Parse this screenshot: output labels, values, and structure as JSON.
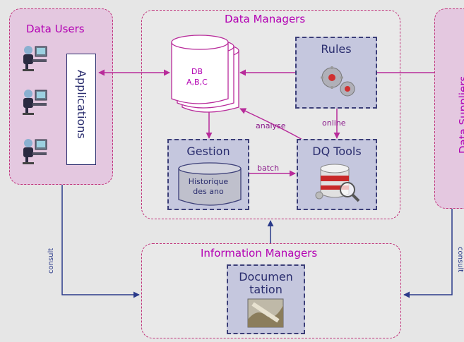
{
  "groups": {
    "data_users": "Data Users",
    "data_managers": "Data Managers",
    "data_suppliers": "Data Suppliers",
    "information_managers": "Information Managers"
  },
  "applications_label": "Applications",
  "db": {
    "line1": "DB",
    "line2": "A,B,C"
  },
  "rules_title": "Rules",
  "gestion": {
    "title": "Gestion",
    "hist1": "Historique",
    "hist2": "des ano"
  },
  "dq_tools_title": "DQ Tools",
  "documentation": {
    "line1": "Documen",
    "line2": "tation"
  },
  "arrows": {
    "analyse": "analyse",
    "online": "online",
    "batch": "batch",
    "consult_left": "consult",
    "consult_right": "consult"
  },
  "icons": {
    "user": "computer-user-icon",
    "rules": "gears-icon",
    "dq_tools": "database-magnifier-icon",
    "documentation": "document-photo-icon"
  },
  "colors": {
    "group_border": "#c0327a",
    "group_title": "#b300b3",
    "box_fill": "#c5c7de",
    "box_border": "#3c3f78",
    "arrow_magenta": "#b82b9a",
    "arrow_blue": "#2a3a8a"
  }
}
